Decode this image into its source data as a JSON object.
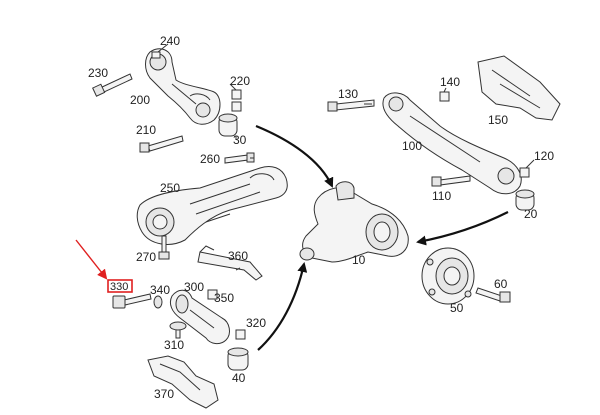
{
  "colors": {
    "highlight": "#e02020",
    "ink": "#333333",
    "fill": "#f4f4f4"
  },
  "callouts": [
    {
      "id": "240",
      "text": "240"
    },
    {
      "id": "230",
      "text": "230"
    },
    {
      "id": "220",
      "text": "220"
    },
    {
      "id": "200",
      "text": "200"
    },
    {
      "id": "210",
      "text": "210"
    },
    {
      "id": "30",
      "text": "30"
    },
    {
      "id": "260",
      "text": "260"
    },
    {
      "id": "250",
      "text": "250"
    },
    {
      "id": "270",
      "text": "270"
    },
    {
      "id": "360",
      "text": "360"
    },
    {
      "id": "330",
      "text": "330"
    },
    {
      "id": "340",
      "text": "340"
    },
    {
      "id": "300",
      "text": "300"
    },
    {
      "id": "350",
      "text": "350"
    },
    {
      "id": "320",
      "text": "320"
    },
    {
      "id": "310",
      "text": "310"
    },
    {
      "id": "40",
      "text": "40"
    },
    {
      "id": "370",
      "text": "370"
    },
    {
      "id": "130",
      "text": "130"
    },
    {
      "id": "140",
      "text": "140"
    },
    {
      "id": "150",
      "text": "150"
    },
    {
      "id": "100",
      "text": "100"
    },
    {
      "id": "120",
      "text": "120"
    },
    {
      "id": "110",
      "text": "110"
    },
    {
      "id": "20",
      "text": "20"
    },
    {
      "id": "10",
      "text": "10"
    },
    {
      "id": "60",
      "text": "60"
    },
    {
      "id": "50",
      "text": "50"
    }
  ],
  "highlighted_callout": "330"
}
